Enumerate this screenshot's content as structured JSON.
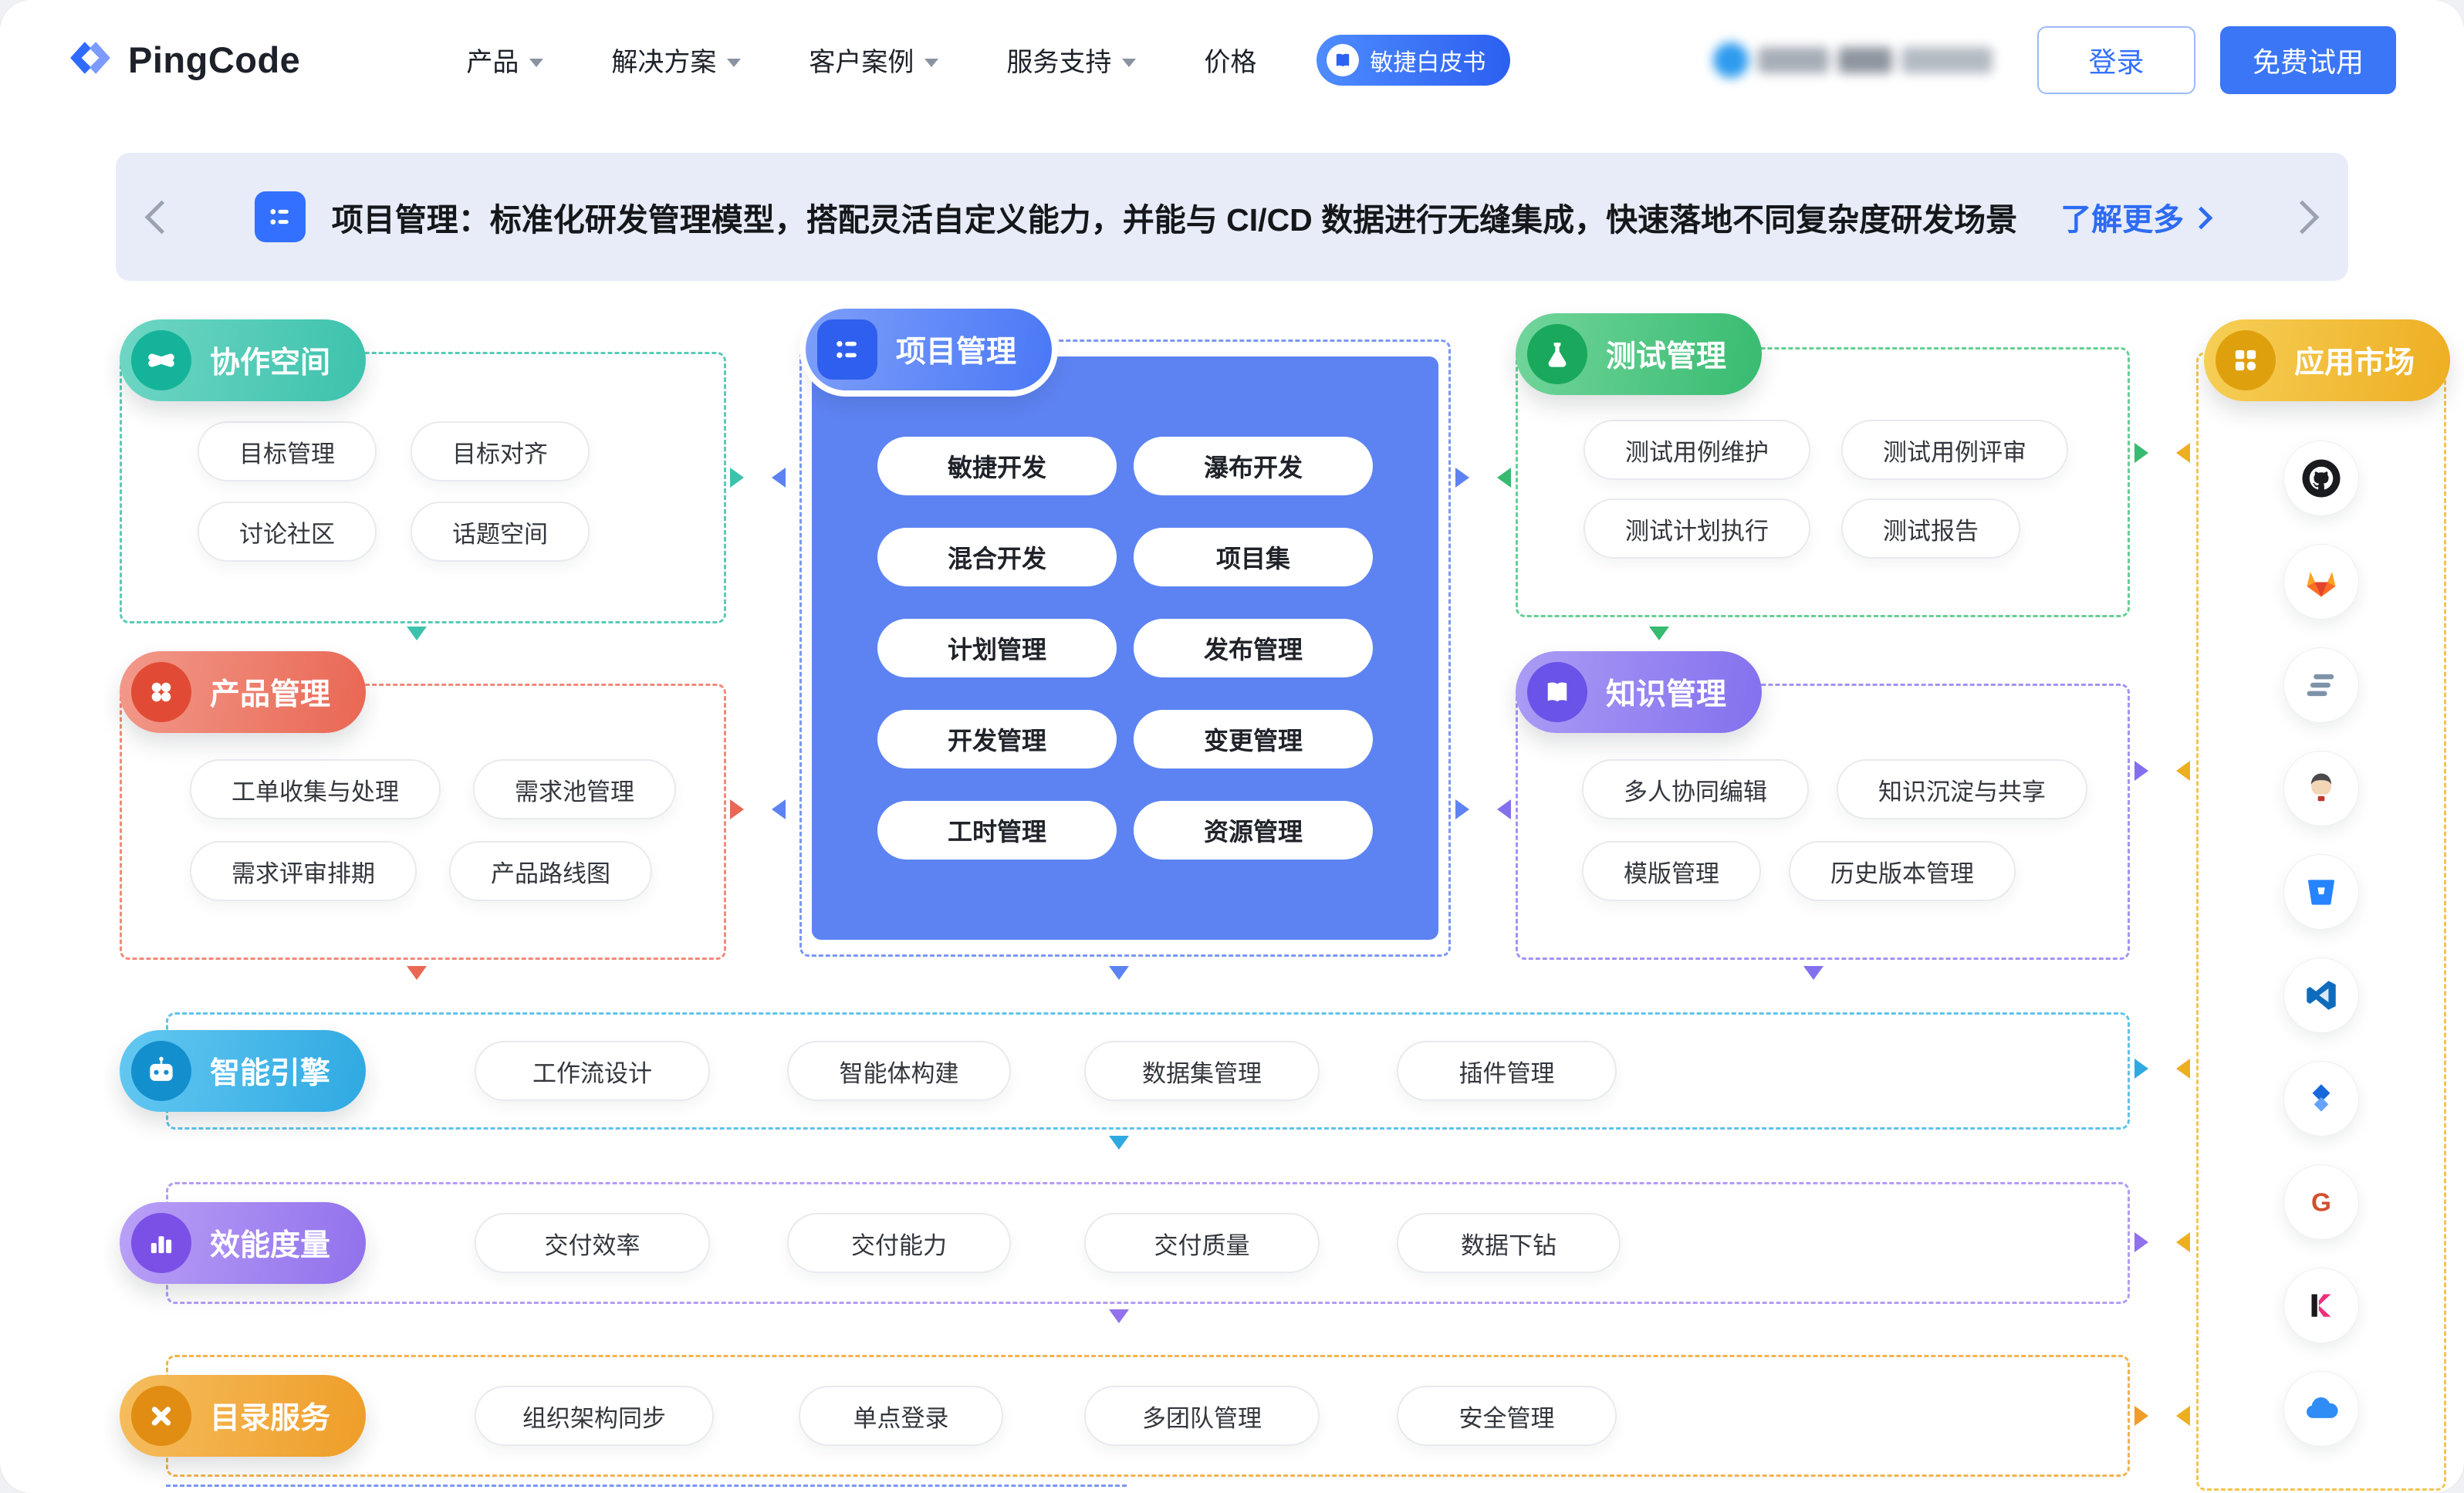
{
  "header": {
    "logo_text": "PingCode",
    "nav": [
      {
        "label": "产品",
        "dropdown": true
      },
      {
        "label": "解决方案",
        "dropdown": true
      },
      {
        "label": "客户案例",
        "dropdown": true
      },
      {
        "label": "服务支持",
        "dropdown": true
      },
      {
        "label": "价格",
        "dropdown": false
      }
    ],
    "whitepaper_badge": "敏捷白皮书",
    "phone_masked": true,
    "login_label": "登录",
    "trial_label": "免费试用"
  },
  "banner": {
    "icon": "checklist-icon",
    "text": "项目管理：标准化研发管理模型，搭配灵活自定义能力，并能与 CI/CD 数据进行无缝集成，快速落地不同复杂度研发场景",
    "more_label": "了解更多"
  },
  "sections": {
    "collab": {
      "title": "协作空间",
      "icon": "handshake-icon",
      "color": "#3cc2ac",
      "items": [
        "目标管理",
        "目标对齐",
        "讨论社区",
        "话题空间"
      ]
    },
    "product": {
      "title": "产品管理",
      "icon": "flower-grid-icon",
      "color": "#e96753",
      "items": [
        "工单收集与处理",
        "需求池管理",
        "需求评审排期",
        "产品路线图"
      ]
    },
    "project": {
      "title": "项目管理",
      "icon": "checklist-icon",
      "color": "#4a78f6",
      "items": [
        "敏捷开发",
        "瀑布开发",
        "混合开发",
        "项目集",
        "计划管理",
        "发布管理",
        "开发管理",
        "变更管理",
        "工时管理",
        "资源管理"
      ]
    },
    "test": {
      "title": "测试管理",
      "icon": "flask-icon",
      "color": "#37bb70",
      "items": [
        "测试用例维护",
        "测试用例评审",
        "测试计划执行",
        "测试报告"
      ]
    },
    "knowledge": {
      "title": "知识管理",
      "icon": "book-icon",
      "color": "#8370ee",
      "items": [
        "多人协同编辑",
        "知识沉淀与共享",
        "模版管理",
        "历史版本管理"
      ]
    },
    "ai": {
      "title": "智能引擎",
      "icon": "robot-icon",
      "color": "#2fa9e2",
      "items": [
        "工作流设计",
        "智能体构建",
        "数据集管理",
        "插件管理"
      ]
    },
    "metrics": {
      "title": "效能度量",
      "icon": "bar-chart-icon",
      "color": "#9171ec",
      "items": [
        "交付效率",
        "交付能力",
        "交付质量",
        "数据下钻"
      ]
    },
    "directory": {
      "title": "目录服务",
      "icon": "tools-icon",
      "color": "#ef9d28",
      "items": [
        "组织架构同步",
        "单点登录",
        "多团队管理",
        "安全管理"
      ]
    },
    "marketplace": {
      "title": "应用市场",
      "icon": "app-grid-icon",
      "color": "#eeae22",
      "apps": [
        "github-octocat",
        "gitlab-fox",
        "horizontal-stripes-app",
        "jenkins-butler",
        "bitbucket-bucket",
        "vscode",
        "jira-diamonds",
        "letter-g-red",
        "letter-k-magenta",
        "blue-cloud"
      ]
    }
  },
  "colors": {
    "brand_blue": "#3370ff",
    "banner_bg": "#e7ecf8",
    "project_box_blue": "#5d83f2",
    "collab_teal": "#3cc2ac",
    "product_red": "#e96753",
    "test_green": "#37bb70",
    "knowledge_purple": "#8370ee",
    "ai_cyan": "#2fa9e2",
    "metrics_purple": "#9171ec",
    "directory_orange": "#ef9d28",
    "marketplace_yellow": "#eeae22"
  }
}
